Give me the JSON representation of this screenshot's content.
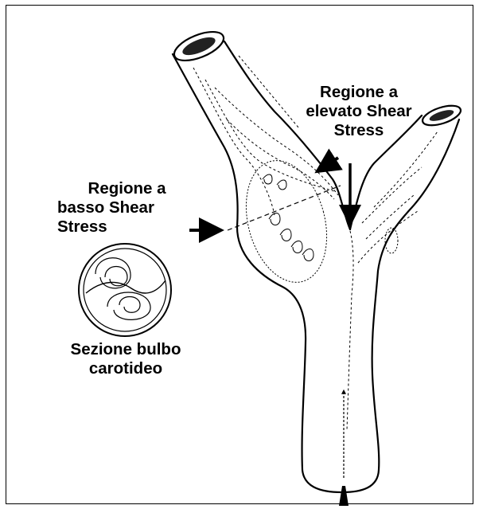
{
  "labels": {
    "high_shear": [
      "Regione a",
      "elevato Shear",
      "Stress"
    ],
    "low_shear": [
      "Regione a",
      "basso Shear",
      "Stress"
    ],
    "section": [
      "Sezione bulbo",
      "carotideo"
    ]
  },
  "colors": {
    "ink": "#000000",
    "background": "#ffffff"
  }
}
